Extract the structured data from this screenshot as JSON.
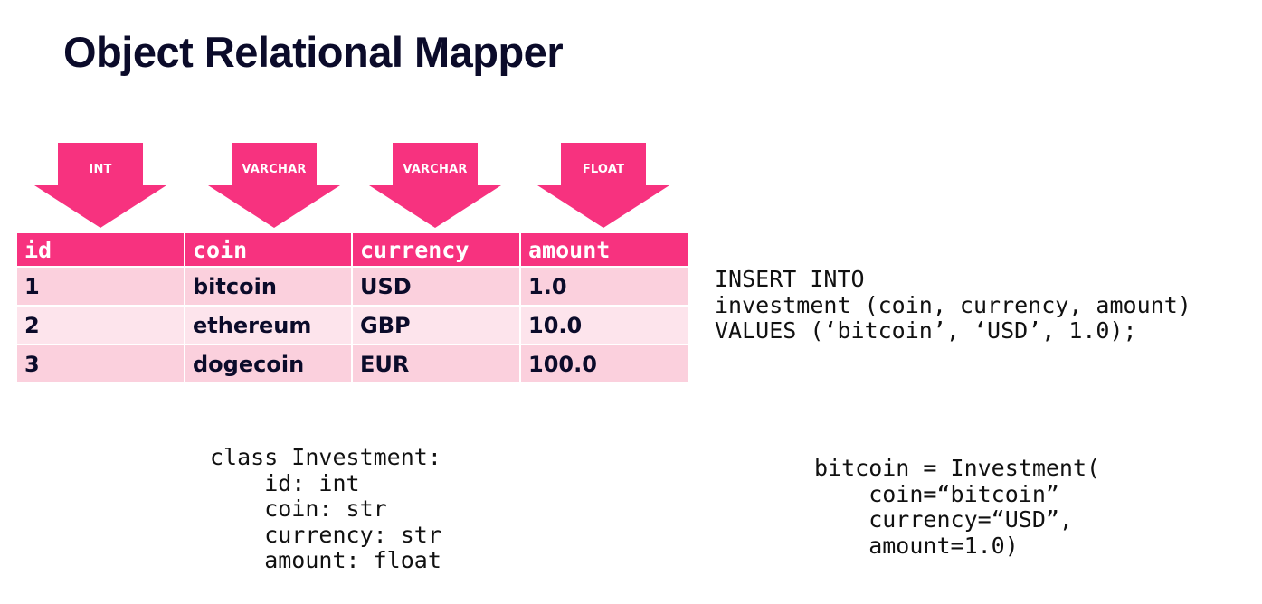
{
  "title": "Object Relational Mapper",
  "type_arrows": [
    "INT",
    "VARCHAR",
    "VARCHAR",
    "FLOAT"
  ],
  "table": {
    "columns": [
      "id",
      "coin",
      "currency",
      "amount"
    ],
    "rows": [
      [
        "1",
        "bitcoin",
        "USD",
        "1.0"
      ],
      [
        "2",
        "ethereum",
        "GBP",
        "10.0"
      ],
      [
        "3",
        "dogecoin",
        "EUR",
        "100.0"
      ]
    ]
  },
  "sql_code": "INSERT INTO\ninvestment (coin, currency, amount)\nVALUES (‘bitcoin’, ‘USD’, 1.0);",
  "class_code": "class Investment:\n    id: int\n    coin: str\n    currency: str\n    amount: float",
  "instance_code": "bitcoin = Investment(\n    coin=“bitcoin”\n    currency=“USD”,\n    amount=1.0)",
  "colors": {
    "accent": "#f7327f",
    "row_dark": "#fbd0dd",
    "row_light": "#fde4ec",
    "title": "#0b0b2a"
  }
}
